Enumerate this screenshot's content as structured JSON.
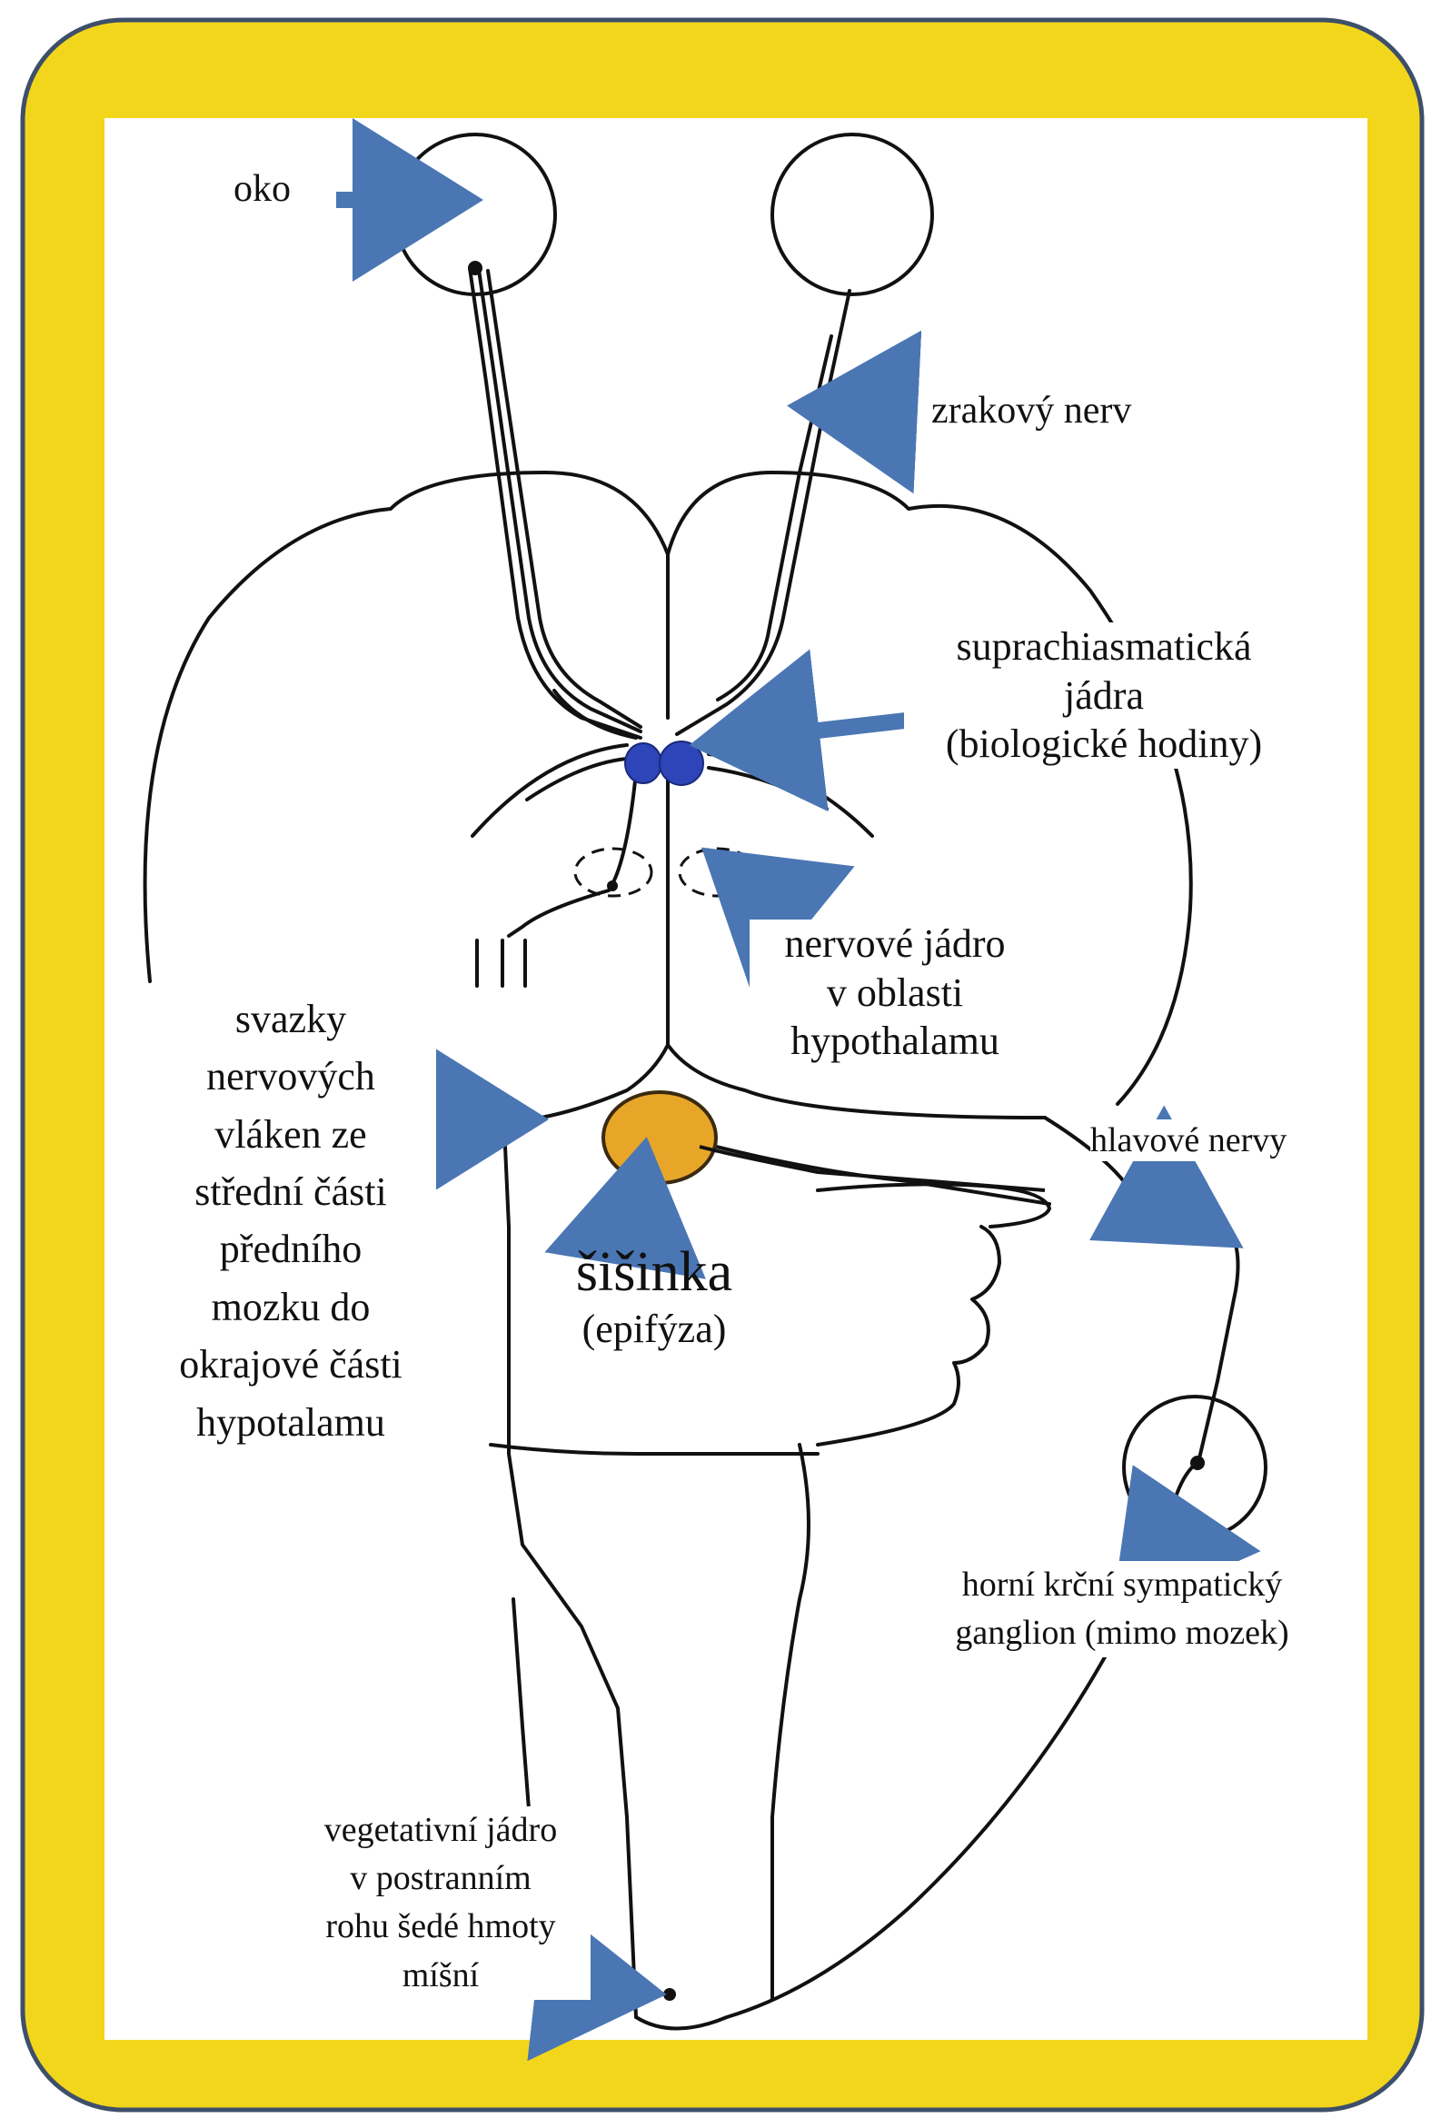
{
  "colors": {
    "frame_fill": "#f2d61c",
    "frame_border": "#3e4f6a",
    "arrow": "#4a76b4",
    "arrow_outline": "#3c5f93",
    "nucleus": "#2d45b8",
    "pineal": "#e8a628",
    "line": "#111111"
  },
  "labels": {
    "eye": "oko",
    "optic_nerve": "zrakový nerv",
    "scn": {
      "line1": "suprachiasmatická",
      "line2": "jádra",
      "line3": "(biologické hodiny)"
    },
    "hypothalamic_nucleus": {
      "line1": "nervové jádro",
      "line2": "v oblasti",
      "line3": "hypothalamu"
    },
    "fiber_bundles": {
      "line1": "svazky",
      "line2": "nervových",
      "line3": "vláken ze",
      "line4": "střední části",
      "line5": "předního",
      "line6": "mozku do",
      "line7": "okrajové části",
      "line8": "hypotalamu"
    },
    "cranial_nerves": "hlavové nervy",
    "pineal": {
      "title": "šišinka",
      "subtitle": "(epifýza)"
    },
    "ganglion": {
      "line1": "horní krční sympatický",
      "line2": "ganglion (mimo mozek)"
    },
    "autonomic_nucleus": {
      "line1": "vegetativní jádro",
      "line2": "v postranním",
      "line3": "rohu šedé hmoty",
      "line4": "míšní"
    }
  }
}
